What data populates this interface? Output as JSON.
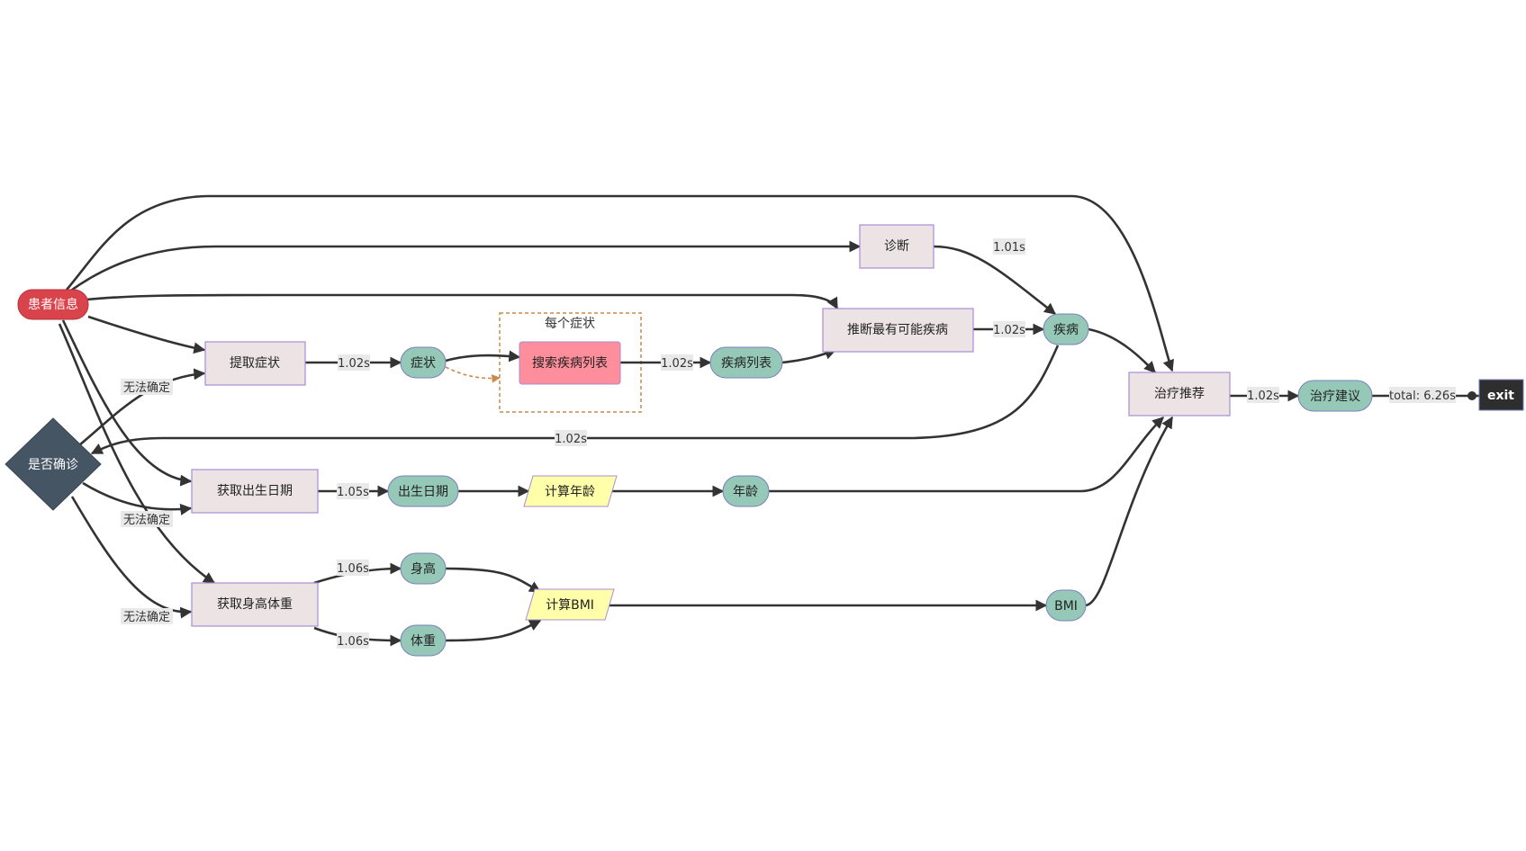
{
  "nodes": {
    "patient_info": "患者信息",
    "extract_symptoms": "提取症状",
    "symptom": "症状",
    "search_disease_list": "搜索疾病列表",
    "disease_list": "疾病列表",
    "infer_disease": "推断最有可能疾病",
    "diagnosis": "诊断",
    "disease": "疾病",
    "is_confirmed": "是否确诊",
    "get_birthdate": "获取出生日期",
    "birthdate": "出生日期",
    "calc_age": "计算年龄",
    "age": "年龄",
    "get_height_weight": "获取身高体重",
    "height": "身高",
    "weight": "体重",
    "calc_bmi": "计算BMI",
    "bmi": "BMI",
    "treatment_recommend": "治疗推荐",
    "treatment_advice": "治疗建议",
    "exit": "exit"
  },
  "cluster": {
    "title": "每个症状"
  },
  "edge_labels": {
    "extract_to_symptom": "1.02s",
    "search_to_list": "1.02s",
    "diagnosis_to_disease": "1.01s",
    "infer_to_disease": "1.02s",
    "disease_to_confirm": "1.02s",
    "confirm_to_extract": "无法确定",
    "confirm_to_birthdate": "无法确定",
    "confirm_to_hw": "无法确定",
    "birthdate_time": "1.05s",
    "height_time": "1.06s",
    "weight_time": "1.06s",
    "treatment_time": "1.02s",
    "total": "total: 6.26s"
  },
  "colors": {
    "process_fill": "#ece4e4",
    "process_border": "#a98bd6",
    "data_fill": "#95c8b6",
    "data_border": "#7b7fc0",
    "start_fill": "#d9434c",
    "decision_fill": "#455563",
    "parallelogram_fill": "#ffffaa",
    "highlight_fill": "#fe8e9c",
    "exit_fill": "#2e2e2e",
    "edge": "#333333",
    "cluster_border": "#c98a4e"
  }
}
